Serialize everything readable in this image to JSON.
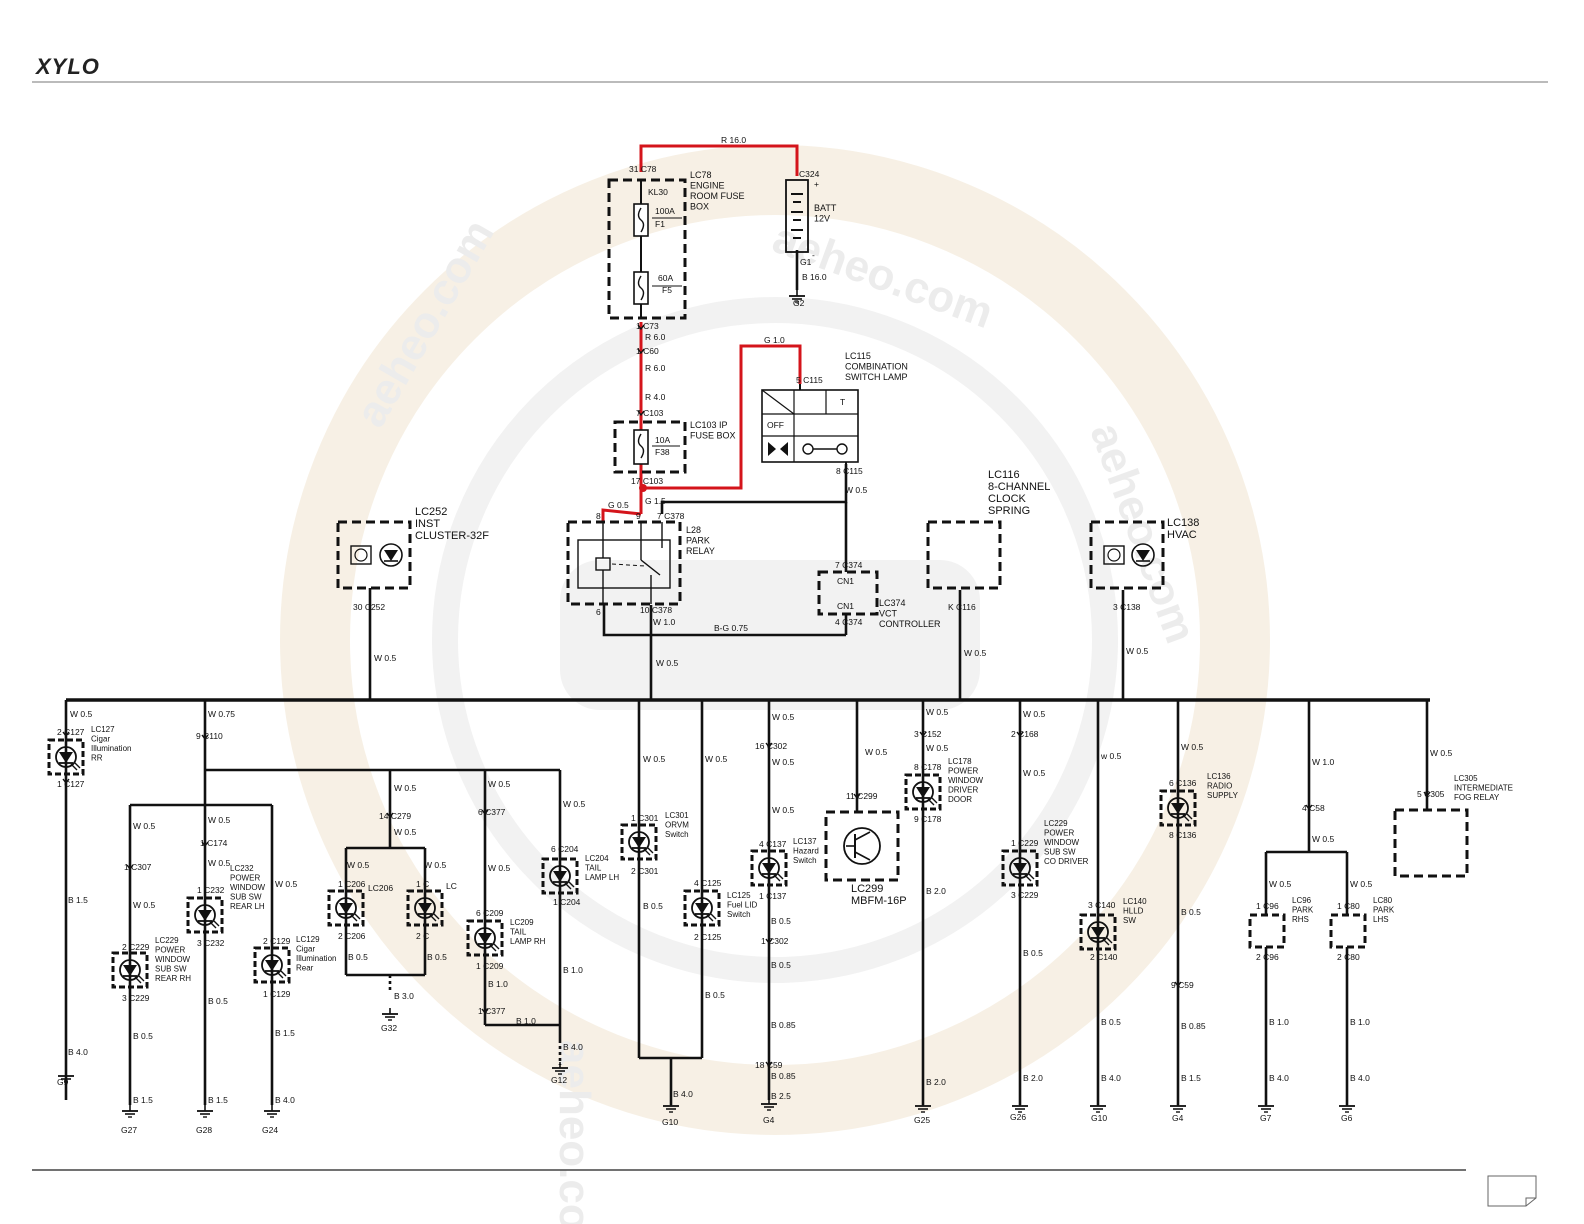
{
  "logo": "XYLO",
  "watermark": "aeheo.com",
  "components": [
    {
      "id": "lc78",
      "lines": [
        "LC78",
        "ENGINE",
        "ROOM FUSE",
        "BOX"
      ]
    },
    {
      "id": "batt",
      "lines": [
        "BATT",
        "12V"
      ]
    },
    {
      "id": "lc115",
      "lines": [
        "LC115",
        "COMBINATION",
        "SWITCH LAMP"
      ]
    },
    {
      "id": "lc103",
      "lines": [
        "LC103 IP",
        "FUSE BOX"
      ]
    },
    {
      "id": "lc116",
      "lines": [
        "LC116",
        "8-CHANNEL",
        "CLOCK",
        "SPRING"
      ]
    },
    {
      "id": "lc252",
      "lines": [
        "LC252",
        "INST",
        "CLUSTER-32F"
      ]
    },
    {
      "id": "l28",
      "lines": [
        "L28",
        "PARK",
        "RELAY"
      ]
    },
    {
      "id": "lc374",
      "lines": [
        "LC374",
        "VCT",
        "CONTROLLER"
      ]
    },
    {
      "id": "lc138",
      "lines": [
        "LC138",
        "HVAC"
      ]
    },
    {
      "id": "lc127",
      "lines": [
        "LC127",
        "Cigar",
        "Illumination",
        "RR"
      ]
    },
    {
      "id": "lc232",
      "lines": [
        "LC232",
        "POWER",
        "WINDOW",
        "SUB SW",
        "REAR LH"
      ]
    },
    {
      "id": "lc229r",
      "lines": [
        "LC229",
        "POWER",
        "WINDOW",
        "SUB SW",
        "REAR RH"
      ]
    },
    {
      "id": "lc129",
      "lines": [
        "LC129",
        "Cigar",
        "Illumination",
        "Rear"
      ]
    },
    {
      "id": "lc204",
      "lines": [
        "LC204",
        "TAIL",
        "LAMP LH"
      ]
    },
    {
      "id": "lc209",
      "lines": [
        "LC209",
        "TAIL",
        "LAMP RH"
      ]
    },
    {
      "id": "lc301",
      "lines": [
        "LC301",
        "ORVM",
        "Switch"
      ]
    },
    {
      "id": "lc125",
      "lines": [
        "LC125",
        "Fuel LID",
        "Switch"
      ]
    },
    {
      "id": "lc137",
      "lines": [
        "LC137",
        "Hazard",
        "Switch"
      ]
    },
    {
      "id": "lc178",
      "lines": [
        "LC178",
        "POWER",
        "WINDOW",
        "DRIVER",
        "DOOR"
      ]
    },
    {
      "id": "lc229d",
      "lines": [
        "LC229",
        "POWER",
        "WINDOW",
        "SUB SW",
        "CO DRIVER"
      ]
    },
    {
      "id": "lc140",
      "lines": [
        "LC140",
        "HLLD",
        "SW"
      ]
    },
    {
      "id": "lc136",
      "lines": [
        "LC136",
        "RADIO",
        "SUPPLY"
      ]
    },
    {
      "id": "lc96",
      "lines": [
        "LC96",
        "PARK",
        "RHS"
      ]
    },
    {
      "id": "lc80",
      "lines": [
        "LC80",
        "PARK",
        "LHS"
      ]
    },
    {
      "id": "lc305",
      "lines": [
        "LC305",
        "INTERMEDIATE",
        "FOG RELAY"
      ]
    },
    {
      "id": "lc299",
      "lines": [
        "LC299",
        "MBFM-16P"
      ]
    }
  ],
  "labels": [
    {
      "id": "w-top",
      "text": "R 16.0"
    },
    {
      "id": "c78",
      "text": "31 C78"
    },
    {
      "id": "kl30",
      "text": "KL30"
    },
    {
      "id": "f1a",
      "text": "100A"
    },
    {
      "id": "f1b",
      "text": "F1"
    },
    {
      "id": "f5a",
      "text": "60A"
    },
    {
      "id": "f5b",
      "text": "F5"
    },
    {
      "id": "c324",
      "text": "C324"
    },
    {
      "id": "plus",
      "text": "+"
    },
    {
      "id": "g1",
      "text": "G1"
    },
    {
      "id": "minus",
      "text": "-"
    },
    {
      "id": "b16",
      "text": "B 16.0"
    },
    {
      "id": "g2",
      "text": "G2"
    },
    {
      "id": "c73",
      "text": "1 C73"
    },
    {
      "id": "r6a",
      "text": "R 6.0"
    },
    {
      "id": "c60",
      "text": "1 C60"
    },
    {
      "id": "r6b",
      "text": "R 6.0"
    },
    {
      "id": "r4",
      "text": "R 4.0"
    },
    {
      "id": "c103a",
      "text": "7 C103"
    },
    {
      "id": "f38a",
      "text": "10A"
    },
    {
      "id": "f38b",
      "text": "F38"
    },
    {
      "id": "c103b",
      "text": "17 C103"
    },
    {
      "id": "g10",
      "text": "G 1.0"
    },
    {
      "id": "c115a",
      "text": "5 C115"
    },
    {
      "id": "sw-t",
      "text": "T"
    },
    {
      "id": "sw-off",
      "text": "OFF"
    },
    {
      "id": "c115b",
      "text": "8 C115"
    },
    {
      "id": "w05a",
      "text": "W 0.5"
    },
    {
      "id": "g05",
      "text": "G 0.5"
    },
    {
      "id": "g15",
      "text": "G 1.5"
    },
    {
      "id": "c378a",
      "text": "7 C378"
    },
    {
      "id": "p8",
      "text": "8"
    },
    {
      "id": "p9",
      "text": "9"
    },
    {
      "id": "c374a",
      "text": "7 C374"
    },
    {
      "id": "cn1a",
      "text": "CN1"
    },
    {
      "id": "cn1b",
      "text": "CN1"
    },
    {
      "id": "c374b",
      "text": "4 C374"
    },
    {
      "id": "p6",
      "text": "6"
    },
    {
      "id": "c378b",
      "text": "10 C378"
    },
    {
      "id": "w10",
      "text": "W 1.0"
    },
    {
      "id": "bg075",
      "text": "B-G 0.75"
    },
    {
      "id": "c252",
      "text": "30 C252"
    },
    {
      "id": "c116",
      "text": "K C116"
    },
    {
      "id": "c138",
      "text": "3 C138"
    },
    {
      "id": "w05-252",
      "text": "W 0.5"
    },
    {
      "id": "w05-mid",
      "text": "W 0.5"
    },
    {
      "id": "w05-116",
      "text": "W 0.5"
    },
    {
      "id": "w05-138",
      "text": "W 0.5"
    },
    {
      "id": "x1w",
      "text": "W 0.5"
    },
    {
      "id": "x1c",
      "text": "2 C127"
    },
    {
      "id": "x1d",
      "text": "1 C127"
    },
    {
      "id": "x1b",
      "text": "B 1.5"
    },
    {
      "id": "x1e",
      "text": "B 4.0"
    },
    {
      "id": "x1g",
      "text": "G9"
    },
    {
      "id": "x2w",
      "text": "W 0.75"
    },
    {
      "id": "x2c",
      "text": "9 C110"
    },
    {
      "id": "x3w",
      "text": "W 0.5"
    },
    {
      "id": "x3a",
      "text": "1 C307"
    },
    {
      "id": "x3b",
      "text": "W 0.5"
    },
    {
      "id": "x3c",
      "text": "2 C229"
    },
    {
      "id": "x3d",
      "text": "3 C229"
    },
    {
      "id": "x3e",
      "text": "B 0.5"
    },
    {
      "id": "x3f",
      "text": "B 1.5"
    },
    {
      "id": "x3g",
      "text": "G27"
    },
    {
      "id": "x4w",
      "text": "W 0.5"
    },
    {
      "id": "x4a",
      "text": "1 C174"
    },
    {
      "id": "x4b",
      "text": "W 0.5"
    },
    {
      "id": "x4c",
      "text": "1 C232"
    },
    {
      "id": "x4d",
      "text": "3 C232"
    },
    {
      "id": "x4e",
      "text": "B 0.5"
    },
    {
      "id": "x4f",
      "text": "B 1.5"
    },
    {
      "id": "x4g",
      "text": "G28"
    },
    {
      "id": "x5w",
      "text": "W 0.5"
    },
    {
      "id": "x5a",
      "text": "2 C129"
    },
    {
      "id": "x5b",
      "text": "1 C129"
    },
    {
      "id": "x5c",
      "text": "B 1.5"
    },
    {
      "id": "x5d",
      "text": "B 4.0"
    },
    {
      "id": "x5g",
      "text": "G24"
    },
    {
      "id": "x6w",
      "text": "W 0.5"
    },
    {
      "id": "x6a",
      "text": "14 C279"
    },
    {
      "id": "x6b",
      "text": "W 0.5"
    },
    {
      "id": "x6c",
      "text": "W 0.5"
    },
    {
      "id": "x6d",
      "text": "W 0.5"
    },
    {
      "id": "x6e",
      "text": "1 C206"
    },
    {
      "id": "x6f",
      "text": "LC206"
    },
    {
      "id": "x6g",
      "text": "2 C206"
    },
    {
      "id": "x6h",
      "text": "1 C"
    },
    {
      "id": "x6i",
      "text": "LC"
    },
    {
      "id": "x6j",
      "text": "2 C"
    },
    {
      "id": "x6k",
      "text": "B 0.5"
    },
    {
      "id": "x6l",
      "text": "B 0.5"
    },
    {
      "id": "x6m",
      "text": "B 3.0"
    },
    {
      "id": "x6g2",
      "text": "G32"
    },
    {
      "id": "x7w",
      "text": "W 0.5"
    },
    {
      "id": "x7a",
      "text": "6 C377"
    },
    {
      "id": "x7b",
      "text": "W 0.5"
    },
    {
      "id": "x7c",
      "text": "6 C209"
    },
    {
      "id": "x7d",
      "text": "1 C209"
    },
    {
      "id": "x7e",
      "text": "B 1.0"
    },
    {
      "id": "x7f",
      "text": "1 C377"
    },
    {
      "id": "x7h",
      "text": "B 1.0"
    },
    {
      "id": "x8w",
      "text": "W 0.5"
    },
    {
      "id": "x8a",
      "text": "6 C204"
    },
    {
      "id": "x8b",
      "text": "1 C204"
    },
    {
      "id": "x8c",
      "text": "B 1.0"
    },
    {
      "id": "x8d",
      "text": "B 4.0"
    },
    {
      "id": "x8g",
      "text": "G12"
    },
    {
      "id": "x9w",
      "text": "W 0.5"
    },
    {
      "id": "x9a",
      "text": "1 C301"
    },
    {
      "id": "x9b",
      "text": "2 C301"
    },
    {
      "id": "x9c",
      "text": "B 0.5"
    },
    {
      "id": "x10w",
      "text": "W 0.5"
    },
    {
      "id": "x10a",
      "text": "4 C125"
    },
    {
      "id": "x10b",
      "text": "2 C125"
    },
    {
      "id": "x10c",
      "text": "B 0.5"
    },
    {
      "id": "x10d",
      "text": "B 4.0"
    },
    {
      "id": "x10g",
      "text": "G10"
    },
    {
      "id": "x11w",
      "text": "W 0.5"
    },
    {
      "id": "x11a",
      "text": "16 C302"
    },
    {
      "id": "x11b",
      "text": "W 0.5"
    },
    {
      "id": "x11c",
      "text": "W 0.5"
    },
    {
      "id": "x11d",
      "text": "4 C137"
    },
    {
      "id": "x11e",
      "text": "1 C137"
    },
    {
      "id": "x11f",
      "text": "B 0.5"
    },
    {
      "id": "x11g",
      "text": "1 C302"
    },
    {
      "id": "x11h",
      "text": "B 0.5"
    },
    {
      "id": "x11i",
      "text": "B 0.85"
    },
    {
      "id": "x11j",
      "text": "18 C59"
    },
    {
      "id": "x11k",
      "text": "B 0.85"
    },
    {
      "id": "x11l",
      "text": "B 2.5"
    },
    {
      "id": "x11gg",
      "text": "G4"
    },
    {
      "id": "x12w",
      "text": "W 0.5"
    },
    {
      "id": "x12a",
      "text": "11 C299"
    },
    {
      "id": "x13w",
      "text": "W 0.5"
    },
    {
      "id": "x13a",
      "text": "3 C152"
    },
    {
      "id": "x13b",
      "text": "W 0.5"
    },
    {
      "id": "x13c",
      "text": "8 C178"
    },
    {
      "id": "x13d",
      "text": "9 C178"
    },
    {
      "id": "x13e",
      "text": "B 2.0"
    },
    {
      "id": "x13f",
      "text": "B 2.0"
    },
    {
      "id": "x13g",
      "text": "G25"
    },
    {
      "id": "x14w",
      "text": "W 0.5"
    },
    {
      "id": "x14a",
      "text": "2 C168"
    },
    {
      "id": "x14b",
      "text": "W 0.5"
    },
    {
      "id": "x14c",
      "text": "1 C229"
    },
    {
      "id": "x14d",
      "text": "3 C229"
    },
    {
      "id": "x14e",
      "text": "B 0.5"
    },
    {
      "id": "x14f",
      "text": "B 2.0"
    },
    {
      "id": "x14g",
      "text": "G26"
    },
    {
      "id": "x15w",
      "text": "w 0.5"
    },
    {
      "id": "x15a",
      "text": "3 C140"
    },
    {
      "id": "x15b",
      "text": "2 C140"
    },
    {
      "id": "x15c",
      "text": "B 0.5"
    },
    {
      "id": "x15d",
      "text": "B 4.0"
    },
    {
      "id": "x15g",
      "text": "G10"
    },
    {
      "id": "x16w",
      "text": "W 0.5"
    },
    {
      "id": "x16a",
      "text": "6 C136"
    },
    {
      "id": "x16b",
      "text": "8 C136"
    },
    {
      "id": "x16c",
      "text": "B 0.5"
    },
    {
      "id": "x16d",
      "text": "9 C59"
    },
    {
      "id": "x16e",
      "text": "B 0.85"
    },
    {
      "id": "x16f",
      "text": "B 1.5"
    },
    {
      "id": "x16g",
      "text": "G4"
    },
    {
      "id": "x17w",
      "text": "W 1.0"
    },
    {
      "id": "x17a",
      "text": "4 C58"
    },
    {
      "id": "x17b",
      "text": "W 0.5"
    },
    {
      "id": "x17c",
      "text": "W 0.5"
    },
    {
      "id": "x17d",
      "text": "W 0.5"
    },
    {
      "id": "x17e",
      "text": "1 C96"
    },
    {
      "id": "x17f",
      "text": "2 C96"
    },
    {
      "id": "x17i",
      "text": "B 1.0"
    },
    {
      "id": "x17j",
      "text": "B 4.0"
    },
    {
      "id": "x17g1",
      "text": "G7"
    },
    {
      "id": "x17k",
      "text": "1 C80"
    },
    {
      "id": "x17l",
      "text": "2 C80"
    },
    {
      "id": "x17m",
      "text": "B 1.0"
    },
    {
      "id": "x17n",
      "text": "B 4.0"
    },
    {
      "id": "x17g2",
      "text": "G6"
    },
    {
      "id": "x18w",
      "text": "W 0.5"
    },
    {
      "id": "x18a",
      "text": "5 C305"
    }
  ]
}
